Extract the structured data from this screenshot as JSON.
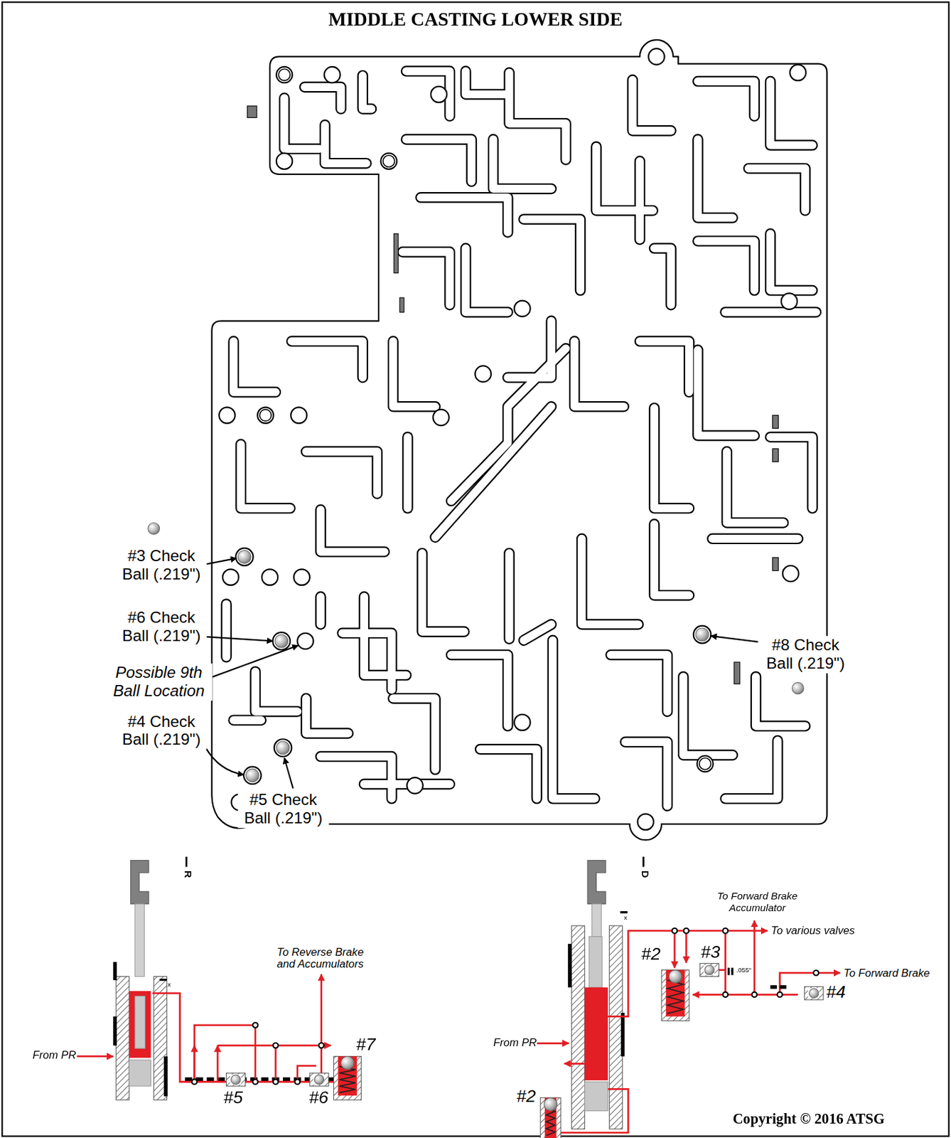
{
  "diagram": {
    "title": "MIDDLE CASTING LOWER SIDE",
    "labels": [
      "#3 Check Ball (.219\")",
      "#6 Check Ball (.219\")",
      "Possible 9th Ball Location",
      "#8 Check Ball (.219\")",
      "#4 Check Ball (.219\")",
      "#5 Check Ball (.219\")",
      "R",
      "x",
      "From PR",
      "To Reverse Brake and Accumulators",
      "#7",
      "#5",
      "#6",
      "D",
      "x",
      "To Forward Brake Accumulator",
      "To various valves",
      "#3",
      ".055\"",
      "#2",
      "To Forward Brake",
      "#4",
      "From PR",
      "#2",
      "Copyright © 2016 ATSG"
    ]
  }
}
